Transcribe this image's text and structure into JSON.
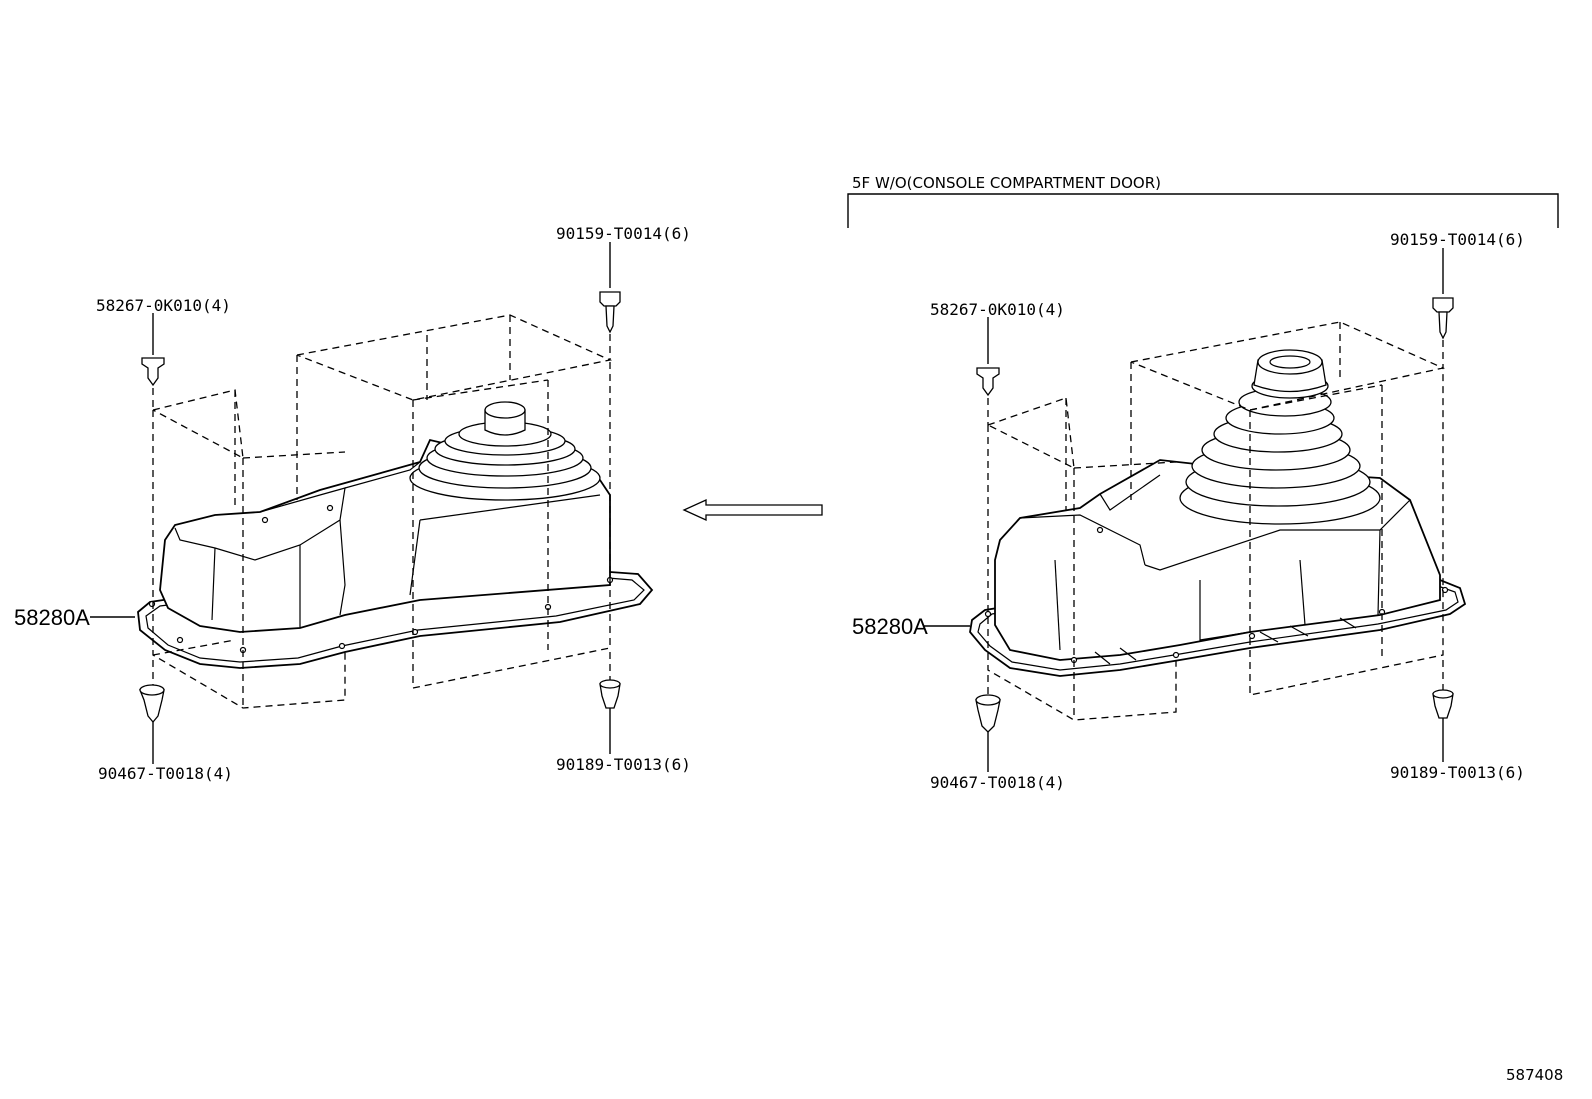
{
  "condition_label": "5F W/O(CONSOLE COMPARTMENT DOOR)",
  "reference_number": "587408",
  "left_view": {
    "main_part": "58280A",
    "top_left_clip": "58267-0K010(4)",
    "top_right_screw": "90159-T0014(6)",
    "bottom_left_clip": "90467-T0018(4)",
    "bottom_right_nut": "90189-T0013(6)"
  },
  "right_view": {
    "main_part": "58280A",
    "top_left_clip": "58267-0K010(4)",
    "top_right_screw": "90159-T0014(6)",
    "bottom_left_clip": "90467-T0018(4)",
    "bottom_right_nut": "90189-T0013(6)"
  }
}
